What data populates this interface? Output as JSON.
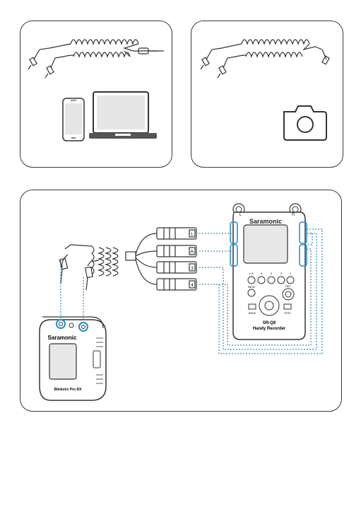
{
  "bottom_panel": {
    "recorder": {
      "brand": "Saramonic",
      "model": "SR-Q8",
      "subtitle": "Handy Recorder",
      "left_channel": "L",
      "right_channel": "R",
      "track_labels": [
        "L/1",
        "4",
        "3",
        "2",
        "1"
      ],
      "menu_label": "MENU",
      "rec_label": "REC",
      "left_button_label": "MODE",
      "right_button_label": "STOP",
      "xlr_jacks": [
        "L",
        "R",
        "3",
        "4"
      ]
    },
    "transmitter": {
      "brand": "Saramonic",
      "model_text": "Blinkmic Pro RX"
    }
  },
  "colors": {
    "outline": "#3a3a3a",
    "highlight": "#1f8fc4",
    "dotted_line": "#1a6fa3"
  }
}
